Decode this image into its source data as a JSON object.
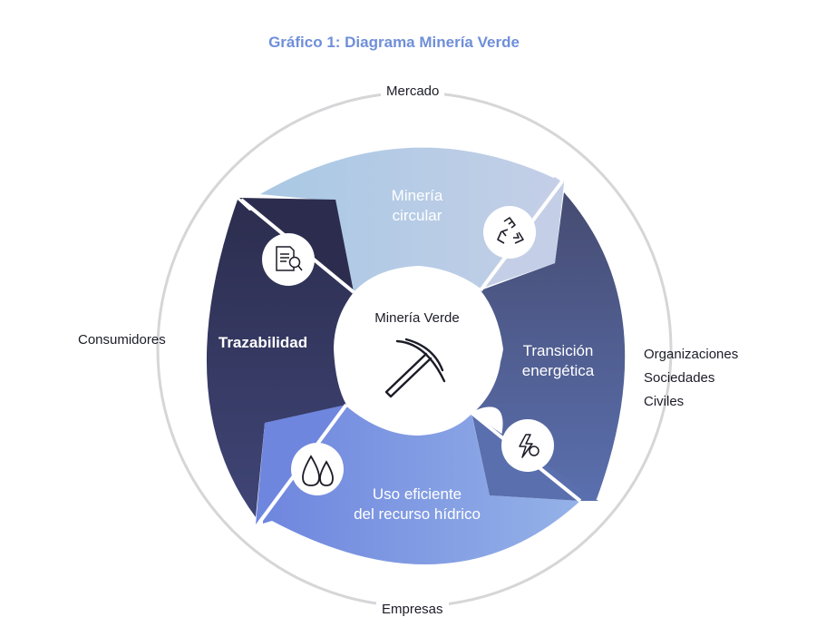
{
  "title": "Gráfico 1: Diagrama Minería Verde",
  "center": {
    "label": "Minería Verde",
    "icon": "pickaxe-icon"
  },
  "outer_labels": {
    "top": "Mercado",
    "bottom": "Empresas",
    "left": "Consumidores",
    "right": [
      "Organizaciones",
      "Sociedades",
      "Civiles"
    ]
  },
  "segments": [
    {
      "key": "circular",
      "lines": [
        "Minería",
        "circular"
      ],
      "icon": "recycle-icon",
      "colors": [
        "#a9c8e4",
        "#c4cfe7"
      ]
    },
    {
      "key": "transicion",
      "lines": [
        "Transición",
        "energética"
      ],
      "icon": "energy-bolt-icon",
      "colors": [
        "#464c72",
        "#5a6fae"
      ]
    },
    {
      "key": "uso",
      "lines": [
        "Uso eficiente",
        "del recurso hídrico"
      ],
      "icon": "water-drops-icon",
      "colors": [
        "#6f86de",
        "#95b2e8"
      ]
    },
    {
      "key": "trazabilidad",
      "lines": [
        "Trazabilidad"
      ],
      "icon": "document-search-icon",
      "colors": [
        "#2c2d4e",
        "#3f4576"
      ]
    }
  ],
  "colors": {
    "title": "#6f8fd9",
    "ring": "#d6d6d8",
    "text": "#1c1c28"
  }
}
